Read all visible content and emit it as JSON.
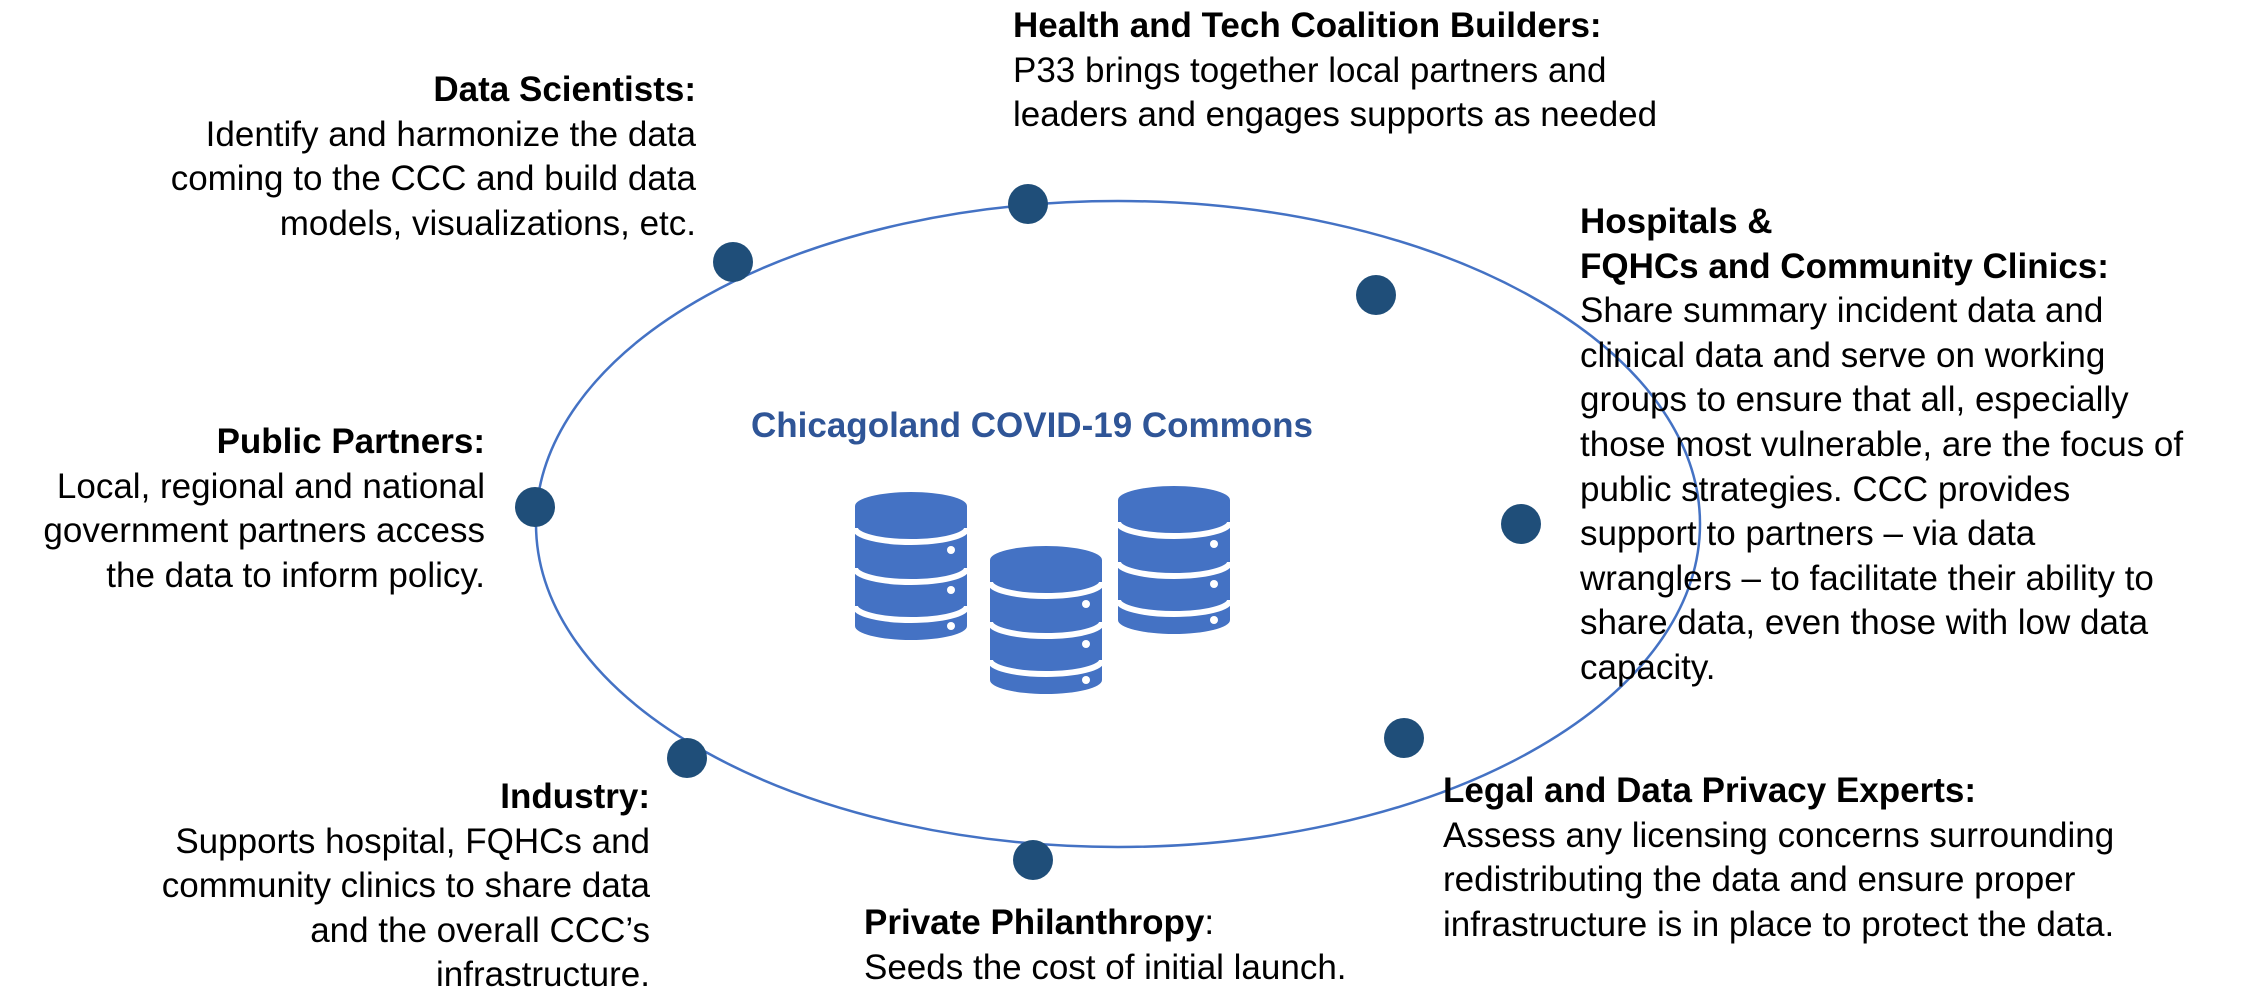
{
  "diagram": {
    "center_title": "Chicagoland COVID-19 Commons",
    "colors": {
      "ellipse": "#4472c4",
      "node": "#1f4e79",
      "center_title": "#2f5597",
      "database": "#4472c4"
    },
    "icons": [
      "database-icon",
      "database-icon",
      "database-icon"
    ],
    "stakeholders": {
      "health_tech": {
        "title": "Health and Tech Coalition Builders:",
        "lines": [
          "P33 brings together local partners and",
          "leaders and engages supports as needed"
        ]
      },
      "data_scientists": {
        "title": "Data Scientists:",
        "lines": [
          "Identify and harmonize the data",
          "coming to the CCC and build data",
          "models, visualizations, etc."
        ]
      },
      "hospitals": {
        "title_lines": [
          "Hospitals &",
          "FQHCs and Community Clinics:"
        ],
        "lines": [
          "Share summary incident data and",
          "clinical data and serve on working",
          "groups to ensure that all, especially",
          "those most vulnerable, are the focus of",
          "public strategies. CCC provides",
          "support to partners – via data",
          "wranglers – to facilitate their ability to",
          "share data, even those with low data",
          "capacity."
        ]
      },
      "public_partners": {
        "title": "Public Partners:",
        "lines": [
          "Local, regional and national",
          "government partners access",
          "the data to inform policy."
        ]
      },
      "industry": {
        "title": "Industry:",
        "lines": [
          "Supports hospital, FQHCs and",
          "community clinics to share data",
          "and the overall CCC’s",
          "infrastructure."
        ]
      },
      "legal": {
        "title": "Legal and Data Privacy Experts:",
        "lines": [
          "Assess any licensing concerns surrounding",
          "redistributing the data and ensure proper",
          "infrastructure is in place to protect the data."
        ]
      },
      "philanthropy": {
        "title": "Private Philanthropy",
        "title_suffix": ":",
        "lines": [
          "Seeds the cost of initial launch."
        ]
      }
    }
  }
}
